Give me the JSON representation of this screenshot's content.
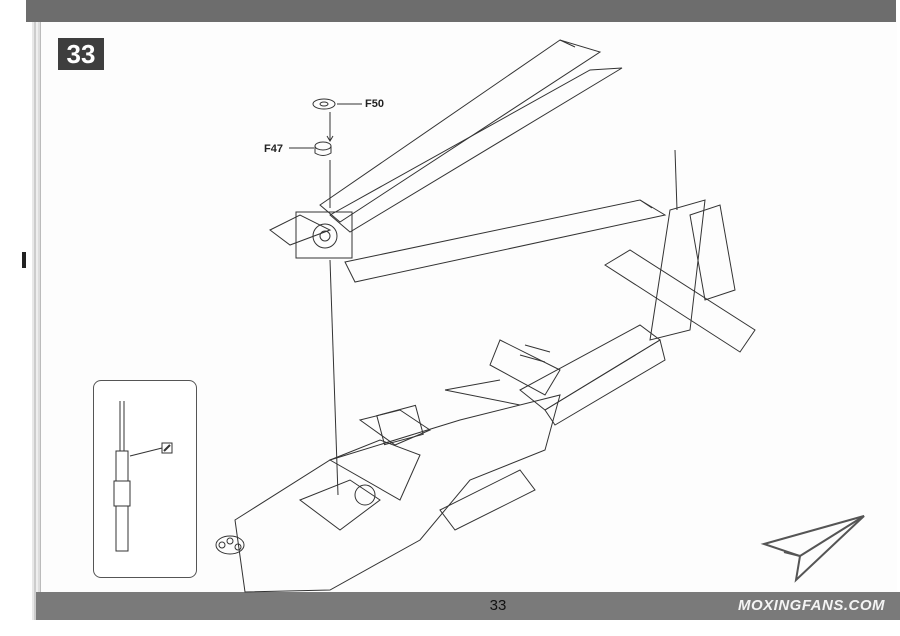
{
  "step": {
    "number": "33"
  },
  "parts": {
    "f50": "F50",
    "f47": "F47"
  },
  "footer": {
    "page_number": "33",
    "watermark": "MOXINGFANS.COM"
  },
  "colors": {
    "band": "#6d6d6d",
    "step_box": "#3e3e3e",
    "line": "#333333"
  },
  "icons": {
    "logo": "paper-plane-logo"
  }
}
